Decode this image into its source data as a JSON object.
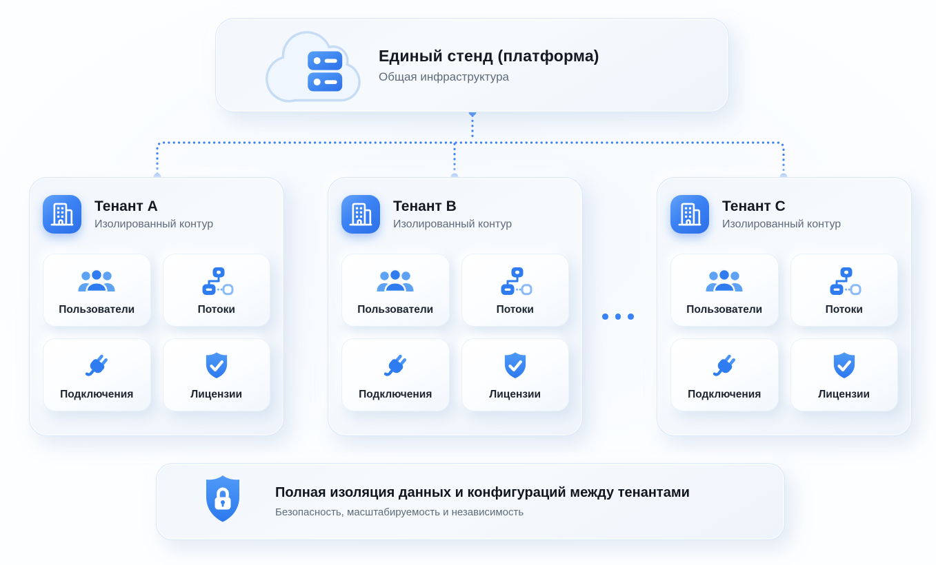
{
  "platform_card": {
    "title": "Единый стенд (платформа)",
    "subtitle": "Общая инфраструктура",
    "icon": "cloud-server-icon"
  },
  "tenant_cards": [
    {
      "name": "Тенант A",
      "subtitle": "Изолированный контур",
      "icon": "building-icon",
      "modules": [
        {
          "label": "Пользователи",
          "icon": "users-icon"
        },
        {
          "label": "Потоки",
          "icon": "flow-icon"
        },
        {
          "label": "Подключения",
          "icon": "plug-icon"
        },
        {
          "label": "Лицензии",
          "icon": "shield-check-icon"
        }
      ]
    },
    {
      "name": "Тенант B",
      "subtitle": "Изолированный контур",
      "icon": "building-icon",
      "modules": [
        {
          "label": "Пользователи",
          "icon": "users-icon"
        },
        {
          "label": "Потоки",
          "icon": "flow-icon"
        },
        {
          "label": "Подключения",
          "icon": "plug-icon"
        },
        {
          "label": "Лицензии",
          "icon": "shield-check-icon"
        }
      ]
    },
    {
      "name": "Тенант C",
      "subtitle": "Изолированный контур",
      "icon": "building-icon",
      "modules": [
        {
          "label": "Пользователи",
          "icon": "users-icon"
        },
        {
          "label": "Потоки",
          "icon": "flow-icon"
        },
        {
          "label": "Подключения",
          "icon": "plug-icon"
        },
        {
          "label": "Лицензии",
          "icon": "shield-check-icon"
        }
      ]
    }
  ],
  "more_tenants_indicator": "...",
  "isolation_banner": {
    "title": "Полная изоляция данных и конфигураций между тенантами",
    "subtitle": "Безопасность, масштабируемость и независимость",
    "icon": "shield-lock-icon"
  },
  "colors": {
    "accent": "#3b82f6",
    "accent_dark": "#2d6fe8",
    "accent_light": "#5ea2f4",
    "heading_text": "#141922",
    "muted_text": "#5f6b7b"
  }
}
